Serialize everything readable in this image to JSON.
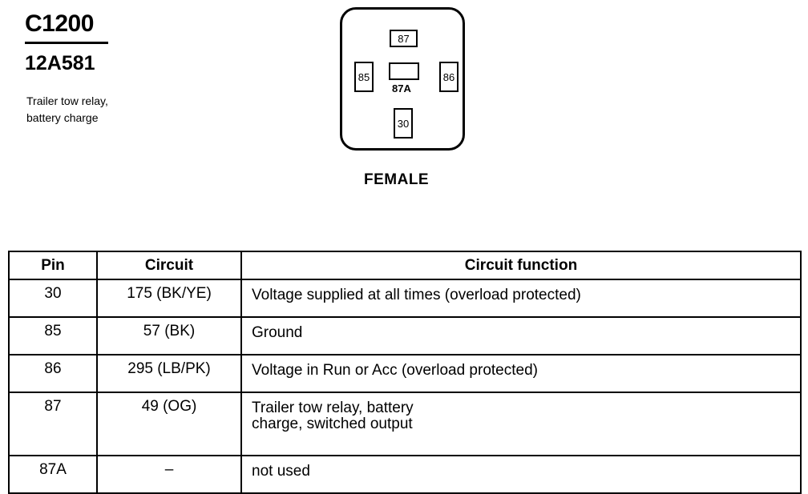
{
  "connector": {
    "id": "C1200",
    "part_number": "12A581",
    "description": "Trailer tow relay,\nbattery charge",
    "gender": "FEMALE",
    "pins": [
      "87",
      "85",
      "86",
      "87A",
      "30"
    ]
  },
  "table": {
    "headers": [
      "Pin",
      "Circuit",
      "Circuit function"
    ],
    "rows": [
      {
        "pin": "30",
        "circuit": "175 (BK/YE)",
        "function": "Voltage supplied at all times (overload protected)"
      },
      {
        "pin": "85",
        "circuit": "57 (BK)",
        "function": "Ground"
      },
      {
        "pin": "86",
        "circuit": "295 (LB/PK)",
        "function": "Voltage in Run or Acc (overload protected)"
      },
      {
        "pin": "87",
        "circuit": "49 (OG)",
        "function": "Trailer tow relay, battery\ncharge, switched output"
      },
      {
        "pin": "87A",
        "circuit": "–",
        "function": "not used"
      }
    ]
  }
}
